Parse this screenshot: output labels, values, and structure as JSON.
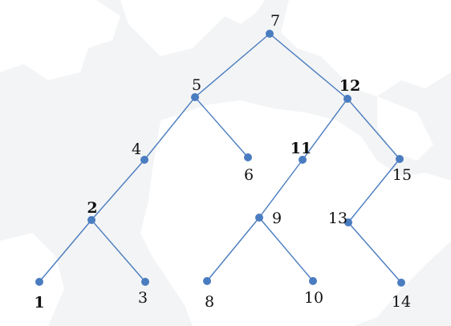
{
  "diagram": {
    "type": "tree",
    "nodes": [
      {
        "id": "7",
        "label": "7"
      },
      {
        "id": "5",
        "label": "5"
      },
      {
        "id": "12",
        "label": "12"
      },
      {
        "id": "4",
        "label": "4"
      },
      {
        "id": "6",
        "label": "6"
      },
      {
        "id": "11",
        "label": "11"
      },
      {
        "id": "15",
        "label": "15"
      },
      {
        "id": "2",
        "label": "2"
      },
      {
        "id": "9",
        "label": "9"
      },
      {
        "id": "13",
        "label": "13"
      },
      {
        "id": "1",
        "label": "1"
      },
      {
        "id": "3",
        "label": "3"
      },
      {
        "id": "8",
        "label": "8"
      },
      {
        "id": "10",
        "label": "10"
      },
      {
        "id": "14",
        "label": "14"
      }
    ],
    "edges": [
      [
        "7",
        "5"
      ],
      [
        "7",
        "12"
      ],
      [
        "5",
        "4"
      ],
      [
        "5",
        "6"
      ],
      [
        "4",
        "2"
      ],
      [
        "2",
        "1"
      ],
      [
        "2",
        "3"
      ],
      [
        "12",
        "11"
      ],
      [
        "12",
        "15"
      ],
      [
        "11",
        "9"
      ],
      [
        "9",
        "8"
      ],
      [
        "9",
        "10"
      ],
      [
        "15",
        "13"
      ],
      [
        "13",
        "14"
      ]
    ],
    "colors": {
      "node": "#4a7cc0",
      "edge": "#4a7cc0",
      "background": "#f3f4f5",
      "map_land": "#ffffff",
      "label": "#111111"
    }
  }
}
